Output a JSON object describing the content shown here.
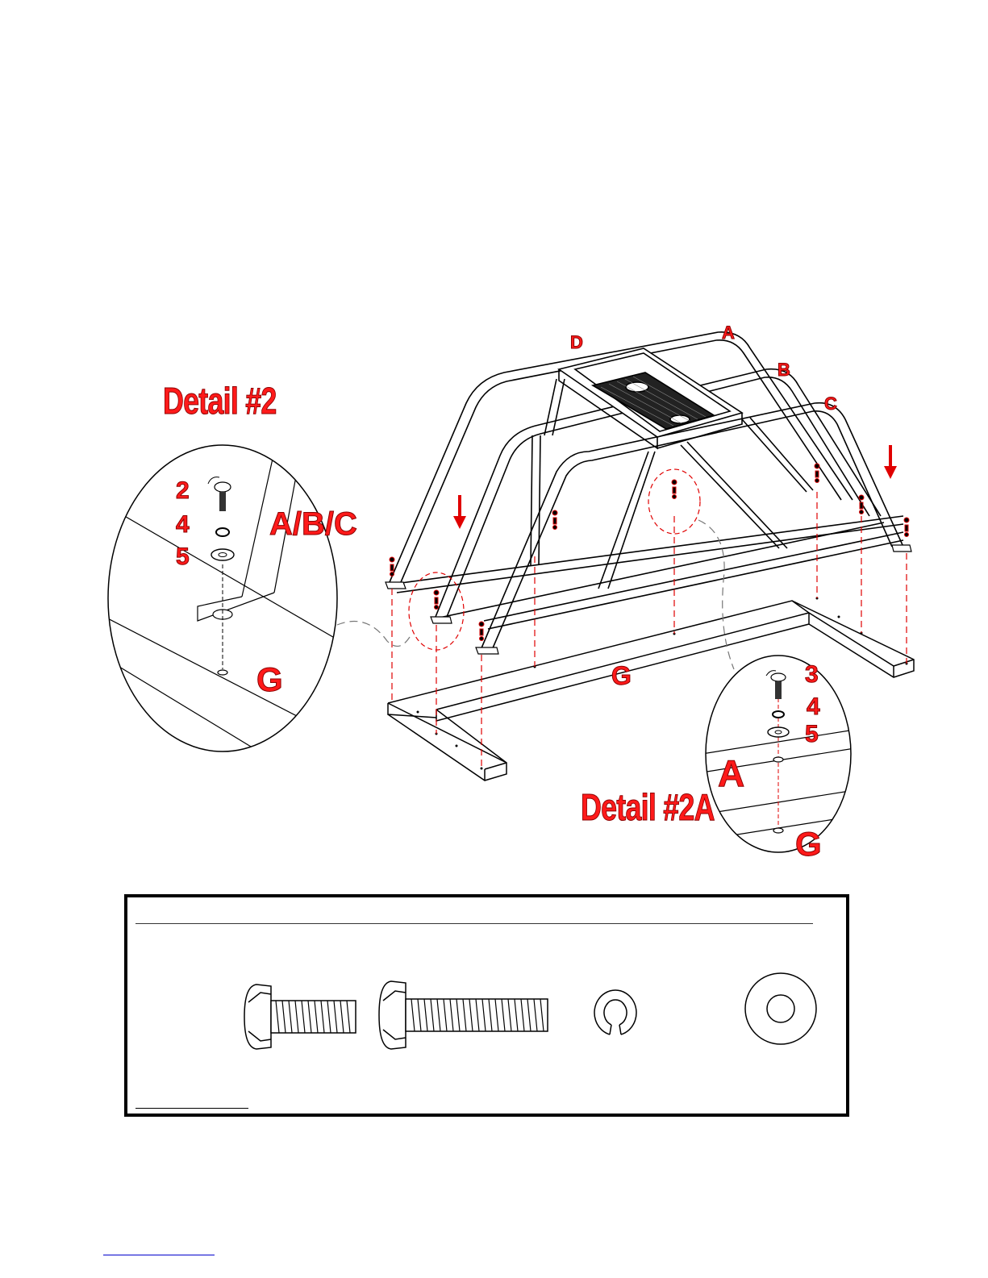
{
  "diagram": {
    "detail_2": {
      "title": "Detail #2",
      "parts": {
        "bolt": "2",
        "lock_washer": "4",
        "flat_washer": "5"
      },
      "frame_label": "A/B/C",
      "base_label": "G"
    },
    "detail_2a": {
      "title": "Detail #2A",
      "parts": {
        "bolt": "3",
        "lock_washer": "4",
        "flat_washer": "5"
      },
      "frame_label": "A",
      "base_label": "G"
    },
    "main_labels": {
      "a": "A",
      "b": "B",
      "c": "C",
      "d": "D",
      "g": "G"
    }
  },
  "colors": {
    "callout": "#ff1a1a",
    "line": "#000000",
    "dashed": "#e00000"
  },
  "hardware_box": {
    "items": [
      "short-carriage-bolt",
      "long-carriage-bolt",
      "lock-washer",
      "flat-washer"
    ]
  }
}
